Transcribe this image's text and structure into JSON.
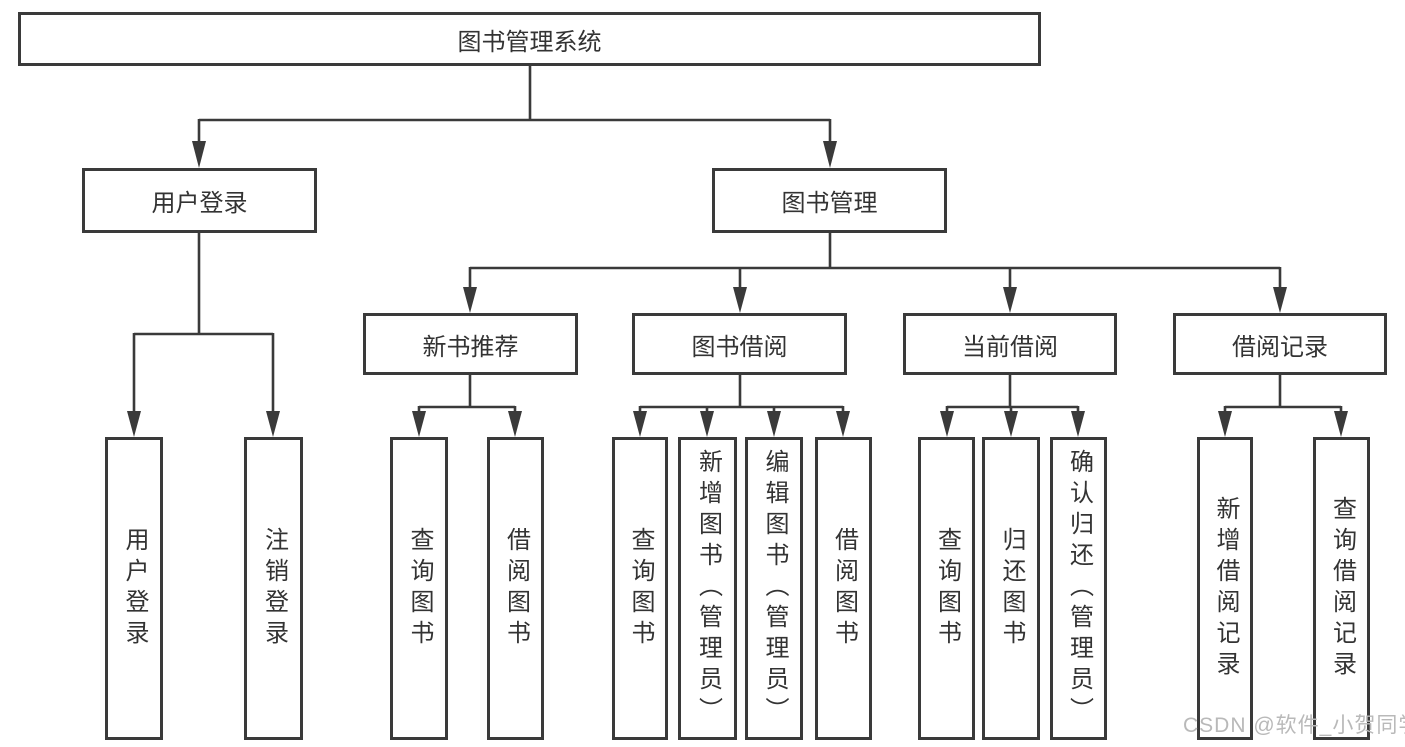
{
  "diagram": {
    "root": {
      "label": "图书管理系统"
    },
    "branches": [
      {
        "label": "用户登录",
        "leaves": [
          "用户登录",
          "注销登录"
        ]
      },
      {
        "label": "图书管理",
        "sections": [
          {
            "label": "新书推荐",
            "leaves": [
              "查询图书",
              "借阅图书"
            ]
          },
          {
            "label": "图书借阅",
            "leaves": [
              "查询图书",
              "新增图书（管理员）",
              "编辑图书（管理员）",
              "借阅图书"
            ]
          },
          {
            "label": "当前借阅",
            "leaves": [
              "查询图书",
              "归还图书",
              "确认归还（管理员）"
            ]
          },
          {
            "label": "借阅记录",
            "leaves": [
              "新增借阅记录",
              "查询借阅记录"
            ]
          }
        ]
      }
    ]
  },
  "watermark": {
    "text": "CSDN @软件_小贺同学"
  },
  "colors": {
    "line": "#3a3a3a",
    "text": "#333333",
    "watermark": "#b9b9b9",
    "background": "#ffffff"
  }
}
